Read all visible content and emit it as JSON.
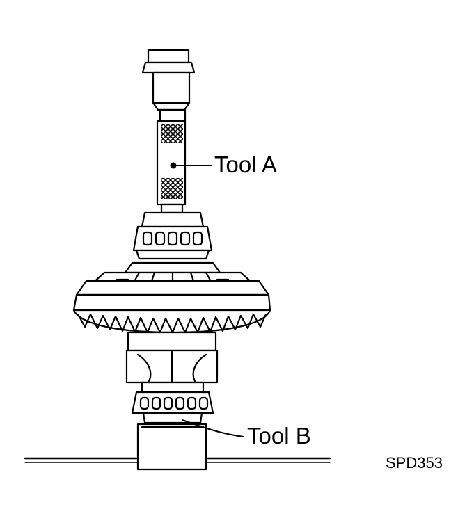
{
  "labels": {
    "tool_a": "Tool A",
    "tool_b": "Tool B"
  },
  "figure_code": "SPD353",
  "colors": {
    "ink": "#000000",
    "paper": "#ffffff"
  }
}
